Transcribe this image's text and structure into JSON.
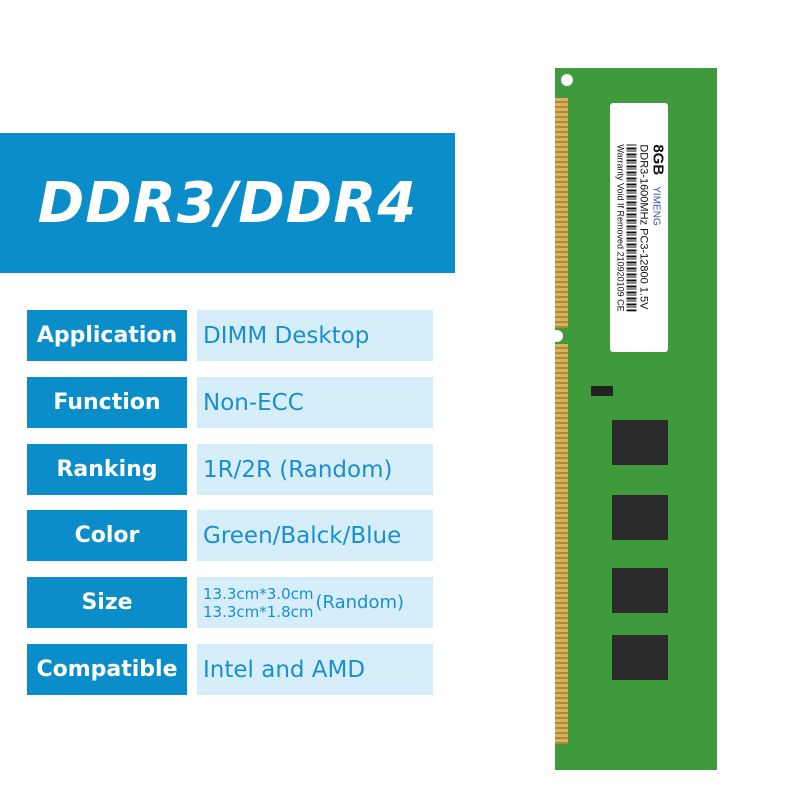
{
  "title": "DDR3/DDR4",
  "specs": [
    {
      "label": "Application",
      "value": "DIMM Desktop"
    },
    {
      "label": "Function",
      "value": "Non-ECC"
    },
    {
      "label": "Ranking",
      "value": "1R/2R (Random)"
    },
    {
      "label": "Color",
      "value": "Green/Balck/Blue"
    },
    {
      "label": "Size",
      "value_lines": [
        "13.3cm*3.0cm",
        "13.3cm*1.8cm"
      ],
      "value_suffix": "(Random)"
    },
    {
      "label": "Compatible",
      "value": "Intel and AMD"
    }
  ],
  "module_label": {
    "brand": "YIMENG",
    "capacity": "8GB",
    "spec": "DDR3-1600MHz PC3-12800 1.5V",
    "warranty": "Warranty Void If Removed",
    "serial": "210920109",
    "mark": "CE"
  },
  "colors": {
    "accent": "#0b8dca",
    "value_bg": "#d5eefa",
    "value_text": "#1a8fcf",
    "pcb": "#3f9a3c"
  }
}
